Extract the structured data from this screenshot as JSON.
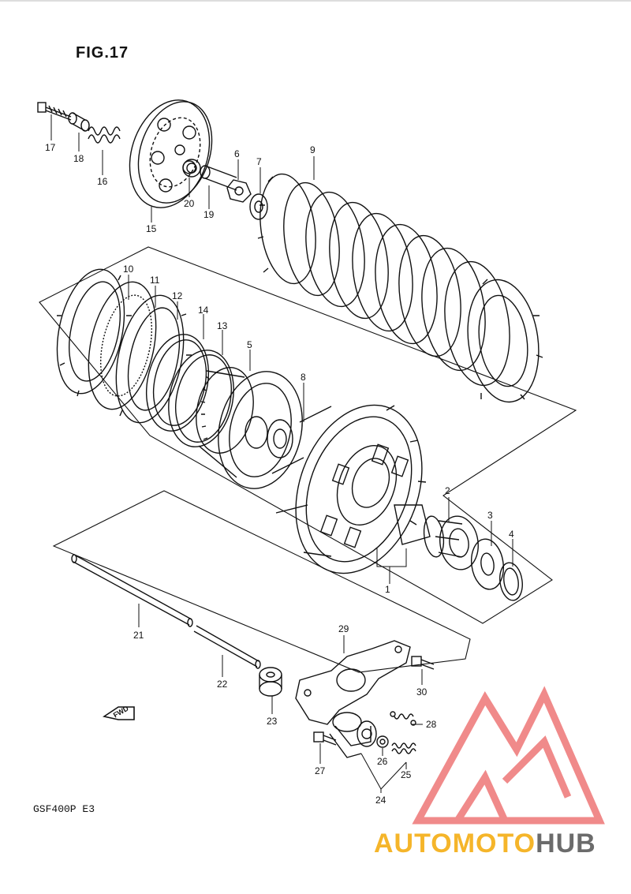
{
  "figure": {
    "title": "FIG.17",
    "model_code": "GSF400P  E3"
  },
  "callouts": [
    "1",
    "2",
    "3",
    "4",
    "5",
    "6",
    "7",
    "8",
    "9",
    "10",
    "11",
    "12",
    "13",
    "14",
    "15",
    "16",
    "17",
    "18",
    "19",
    "20",
    "21",
    "22",
    "23",
    "24",
    "25",
    "26",
    "27",
    "28",
    "29",
    "30"
  ],
  "direction_marker": {
    "label": "FWD"
  },
  "watermark": {
    "part1": "AUTOMOTO",
    "part2": "HUB",
    "colors": {
      "part1": "#f5b52a",
      "part2": "#6b6b6b",
      "logo": "#f08a8a"
    }
  }
}
